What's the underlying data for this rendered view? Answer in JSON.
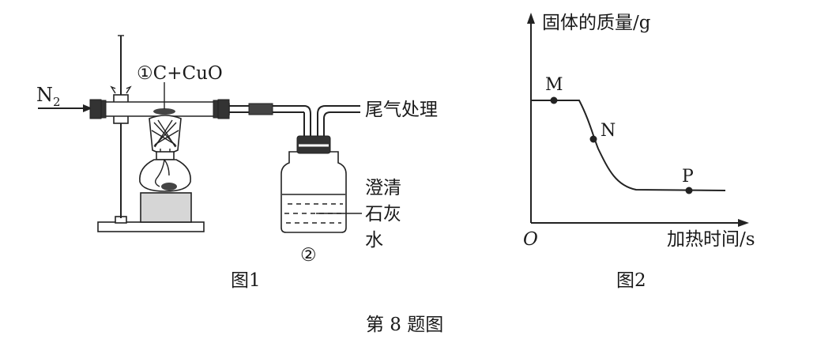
{
  "figure1": {
    "caption": "图1",
    "gas_inlet": "N",
    "gas_inlet_sub": "2",
    "reactant_label": "①C+CuO",
    "tail_gas_label": "尾气处理",
    "bottle_number": "②",
    "limewater_label": [
      "澄清",
      "石灰",
      "水"
    ]
  },
  "figure2": {
    "caption": "图2",
    "y_axis_label": "固体的质量/g",
    "x_axis_label": "加热时间/s",
    "origin_label": "O",
    "points": [
      {
        "label": "M"
      },
      {
        "label": "N"
      },
      {
        "label": "P"
      }
    ]
  },
  "figure_title": "第 8 题图"
}
